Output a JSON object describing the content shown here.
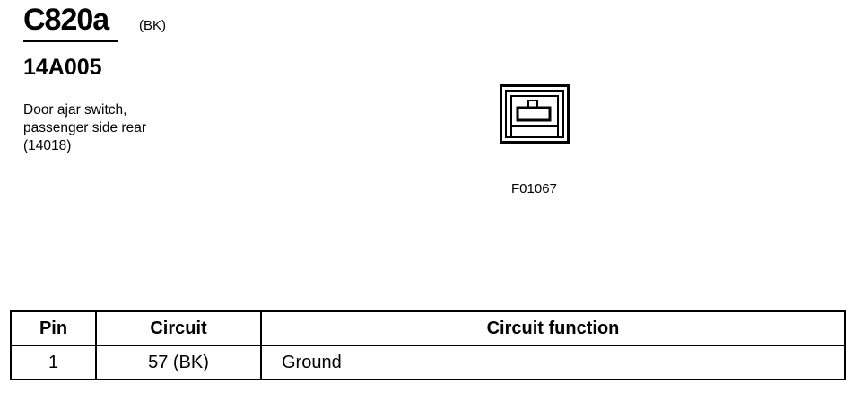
{
  "connector": {
    "id": "C820a",
    "color": "(BK)",
    "part_number": "14A005",
    "description_lines": [
      "Door ajar switch,",
      "passenger side rear",
      "(14018)"
    ],
    "figure_code": "F01067"
  },
  "pin_table": {
    "headers": {
      "pin": "Pin",
      "circuit": "Circuit",
      "function": "Circuit function"
    },
    "rows": [
      {
        "pin": "1",
        "circuit": "57 (BK)",
        "function": "Ground"
      }
    ]
  },
  "icons": {
    "connector_face": "connector-face-icon"
  }
}
